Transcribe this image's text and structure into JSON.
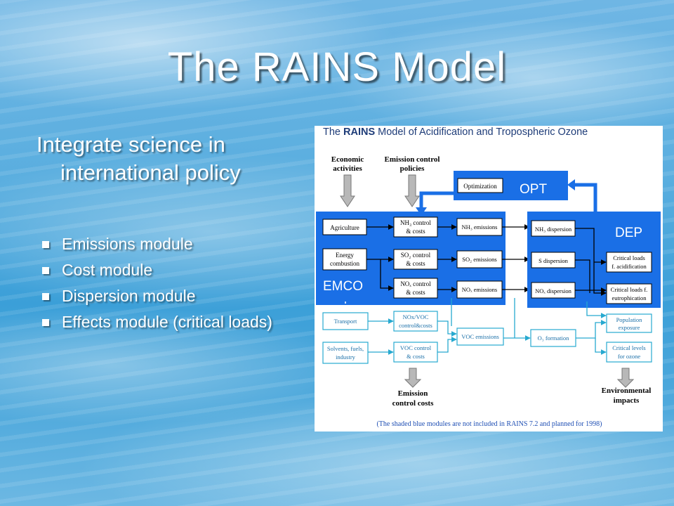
{
  "slide": {
    "title": "The RAINS Model",
    "subtitle_line1": "Integrate science in",
    "subtitle_line2": "international policy",
    "bullets": [
      "Emissions module",
      "Cost module",
      "Dispersion module",
      "Effects module (critical loads)"
    ]
  },
  "diagram": {
    "title_pre": "The ",
    "title_bold": "RAINS",
    "title_post": " Model of Acidification and Tropospheric Ozone",
    "inputs": {
      "economic_1": "Economic",
      "economic_2": "activities",
      "emission_1": "Emission control",
      "emission_2": "policies"
    },
    "opt": {
      "label": "OPT",
      "box": "Optimization"
    },
    "emco": {
      "label": "EMCO",
      "agriculture": "Agriculture",
      "energy_1": "Energy",
      "energy_2": "combustion",
      "nh3_control_1": "NH₃ control",
      "nh3_control_2": "& costs",
      "so2_control_1": "SO₂ control",
      "so2_control_2": "& costs",
      "nox_control_1": "NOₓ control",
      "nox_control_2": "& costs",
      "nh3_emissions": "NH₃ emissions",
      "so2_emissions": "SO₂ emissions",
      "nox_emissions": "NOₓ emissions"
    },
    "dep": {
      "label": "DEP",
      "nh3_dispersion": "NH₃ dispersion",
      "s_dispersion": "S dispersion",
      "nox_dispersion": "NOₓ dispersion",
      "critical_acid_1": "Critical loads",
      "critical_acid_2": "f. acidification",
      "critical_eutro_1": "Critical loads f.",
      "critical_eutro_2": "eutrophication"
    },
    "lower": {
      "transport": "Transport",
      "solvents_1": "Solvents, fuels,",
      "solvents_2": "industry",
      "noxvoc_1": "NOx/VOC",
      "noxvoc_2": "control&costs",
      "voc_control_1": "VOC control",
      "voc_control_2": "& costs",
      "voc_emissions": "VOC emissions",
      "o3_formation": "O₃ formation",
      "population_1": "Population",
      "population_2": "exposure",
      "critical_levels_1": "Critical levels",
      "critical_levels_2": "for ozone"
    },
    "outputs": {
      "costs_1": "Emission",
      "costs_2": "control costs",
      "impacts_1": "Environmental",
      "impacts_2": "impacts"
    },
    "footnote": "(The shaded blue modules are not included in RAINS 7.2 and planned for 1998)"
  },
  "colors": {
    "module_blue": "#1a6fe6",
    "cyan_line": "#27a9d0",
    "title_navy": "#1e3c78",
    "footnote_blue": "#1f4fb4"
  }
}
